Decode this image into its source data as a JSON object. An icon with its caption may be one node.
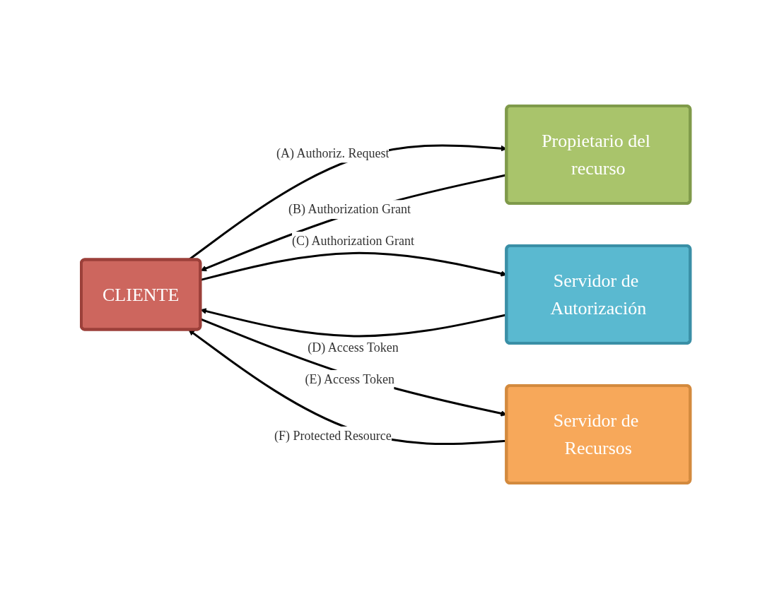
{
  "diagram": {
    "nodes": [
      {
        "text": [
          "CLIENTE"
        ]
      },
      {
        "text": [
          "Propietario del recurso"
        ]
      },
      {
        "text": [
          "Servidor de Autorización"
        ]
      },
      {
        "text": [
          "Servidor de Recursos"
        ]
      }
    ],
    "edges": [
      {
        "from": 0,
        "to": 1,
        "arrow": "to",
        "label": "(A) Authoriz. Request"
      },
      {
        "from": 1,
        "to": 0,
        "arrow": "to",
        "label": "(B) Authorization Grant"
      },
      {
        "from": 0,
        "to": 2,
        "arrow": "to",
        "label": "(C) Authorization Grant"
      },
      {
        "from": 2,
        "to": 0,
        "arrow": "to",
        "label": "(D) Access Token"
      },
      {
        "from": 0,
        "to": 3,
        "arrow": "to",
        "label": "(E) Access Token"
      },
      {
        "from": 3,
        "to": 0,
        "arrow": "to",
        "label": "(F) Protected Resource"
      }
    ]
  }
}
